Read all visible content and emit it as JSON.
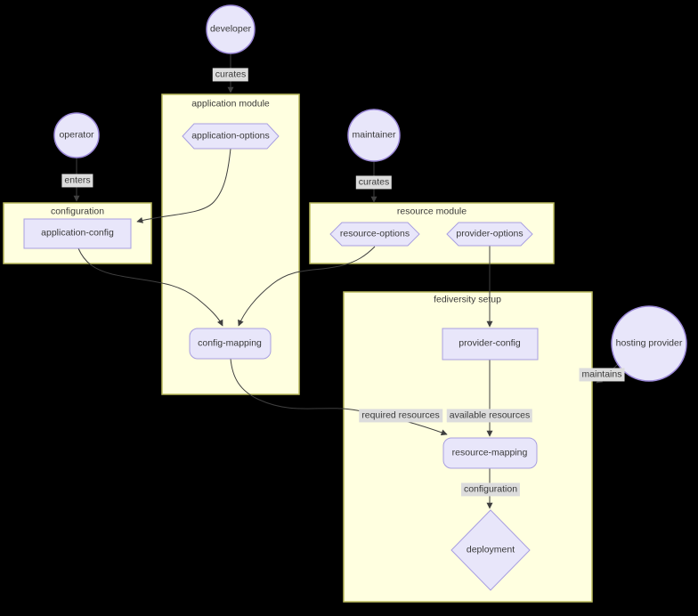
{
  "colors": {
    "background": "#000000",
    "cluster_fill": "#ffffe0",
    "cluster_border": "#bcbc5e",
    "node_fill": "#e8e6fa",
    "node_border": "#a89fe0",
    "circle_border": "#9c89d9",
    "edge_color": "#3f3f3f",
    "edge_label_bg": "#dcdcdc",
    "text_color": "#3a3a3a"
  },
  "clusters": {
    "application_module": {
      "title": "application module"
    },
    "configuration": {
      "title": "configuration"
    },
    "resource_module": {
      "title": "resource module"
    },
    "fediversity_setup": {
      "title": "fediversity setup"
    }
  },
  "actors": {
    "developer": {
      "label": "developer"
    },
    "operator": {
      "label": "operator"
    },
    "maintainer": {
      "label": "maintainer"
    },
    "hosting_provider": {
      "label": "hosting provider"
    }
  },
  "nodes": {
    "application_options": {
      "label": "application-options"
    },
    "application_config": {
      "label": "application-config"
    },
    "resource_options": {
      "label": "resource-options"
    },
    "provider_options": {
      "label": "provider-options"
    },
    "config_mapping": {
      "label": "config-mapping"
    },
    "provider_config": {
      "label": "provider-config"
    },
    "resource_mapping": {
      "label": "resource-mapping"
    },
    "deployment": {
      "label": "deployment"
    }
  },
  "edges": [
    {
      "from": "developer",
      "to": "application module",
      "label": "curates"
    },
    {
      "from": "operator",
      "to": "configuration",
      "label": "enters"
    },
    {
      "from": "maintainer",
      "to": "resource module",
      "label": "curates"
    },
    {
      "from": "application-options",
      "to": "application-config",
      "label": ""
    },
    {
      "from": "application-config",
      "to": "config-mapping",
      "label": ""
    },
    {
      "from": "resource-options",
      "to": "config-mapping",
      "label": ""
    },
    {
      "from": "provider-options",
      "to": "provider-config",
      "label": ""
    },
    {
      "from": "config-mapping",
      "to": "resource-mapping",
      "label": "required resources"
    },
    {
      "from": "provider-config",
      "to": "resource-mapping",
      "label": "available resources"
    },
    {
      "from": "resource-mapping",
      "to": "deployment",
      "label": "configuration"
    },
    {
      "from": "hosting provider",
      "to": "fediversity setup",
      "label": "maintains"
    }
  ]
}
